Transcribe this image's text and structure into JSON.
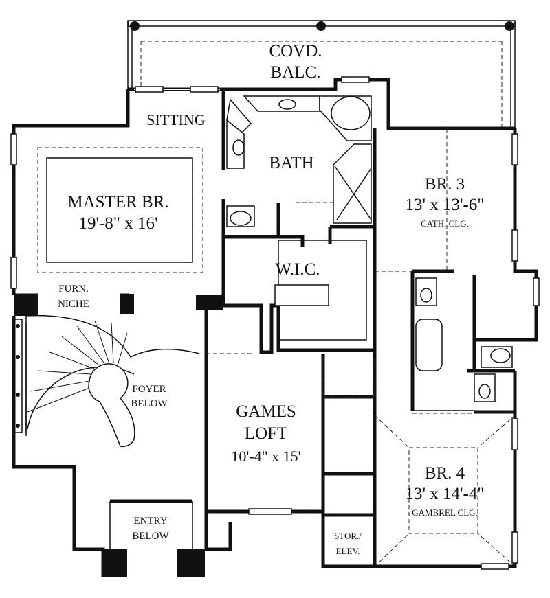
{
  "rooms": {
    "balcony": {
      "line1": "COVD.",
      "line2": "BALC."
    },
    "sitting": {
      "label": "SITTING"
    },
    "bath": {
      "label": "BATH"
    },
    "master": {
      "name": "MASTER BR.",
      "size": "19'-8\" x 16'"
    },
    "br3": {
      "name": "BR. 3",
      "size": "13' x 13'-6\"",
      "note": "CATH. CLG."
    },
    "wic": {
      "label": "W.I.C."
    },
    "niche": {
      "line1": "FURN.",
      "line2": "NICHE"
    },
    "foyer": {
      "line1": "FOYER",
      "line2": "BELOW"
    },
    "games": {
      "line1": "GAMES",
      "line2": "LOFT",
      "size": "10'-4\" x 15'"
    },
    "br4": {
      "name": "BR. 4",
      "size": "13' x 14'-4\"",
      "note": "GAMBREL CLG."
    },
    "entry": {
      "line1": "ENTRY",
      "line2": "BELOW"
    },
    "stor": {
      "line1": "STOR./",
      "line2": "ELEV."
    }
  },
  "colors": {
    "ink": "#111111",
    "paper": "#ffffff"
  }
}
